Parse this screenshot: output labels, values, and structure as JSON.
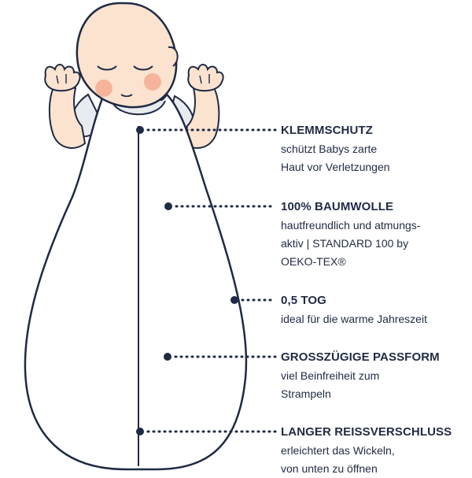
{
  "features": [
    {
      "title": "KLEMMSCHUTZ",
      "lines": [
        "schützt Babys zarte",
        "Haut vor Verletzungen"
      ]
    },
    {
      "title": "100% BAUMWOLLE",
      "lines": [
        "hautfreundlich und atmungs-",
        "aktiv | STANDARD 100 by",
        "OEKO-TEX®"
      ]
    },
    {
      "title": "0,5 TOG",
      "lines": [
        "ideal für die warme Jahreszeit"
      ]
    },
    {
      "title": "GROSSZÜGIGE PASSFORM",
      "lines": [
        "viel Beinfreiheit zum",
        "Strampeln"
      ]
    },
    {
      "title": "LANGER REISSVERSCHLUSS",
      "lines": [
        "erleichtert das Wickeln,",
        "von unten zu öffnen"
      ]
    }
  ],
  "colors": {
    "outline": "#1f2a44",
    "skin": "#fbe3cf",
    "cheek": "#f6b49b",
    "sleeve": "#e8ecf1",
    "sack": "#ffffff"
  }
}
